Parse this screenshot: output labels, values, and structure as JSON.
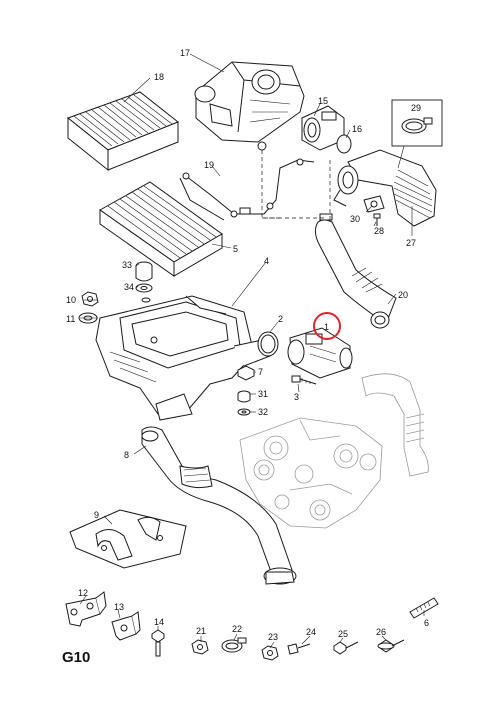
{
  "diagram": {
    "group_code": "G10",
    "highlight_color": "#e0242c",
    "callouts": {
      "c1": "1",
      "c2": "2",
      "c3": "3",
      "c4": "4",
      "c5": "5",
      "c6": "6",
      "c7": "7",
      "c8": "8",
      "c9": "9",
      "c10": "10",
      "c11": "11",
      "c12": "12",
      "c13": "13",
      "c14": "14",
      "c15": "15",
      "c16": "16",
      "c17": "17",
      "c18": "18",
      "c19": "19",
      "c20": "20",
      "c21": "21",
      "c22": "22",
      "c23": "23",
      "c24": "24",
      "c25": "25",
      "c26": "26",
      "c27": "27",
      "c28": "28",
      "c29": "29",
      "c30": "30",
      "c31": "31",
      "c32": "32",
      "c33": "33",
      "c34": "34"
    }
  }
}
